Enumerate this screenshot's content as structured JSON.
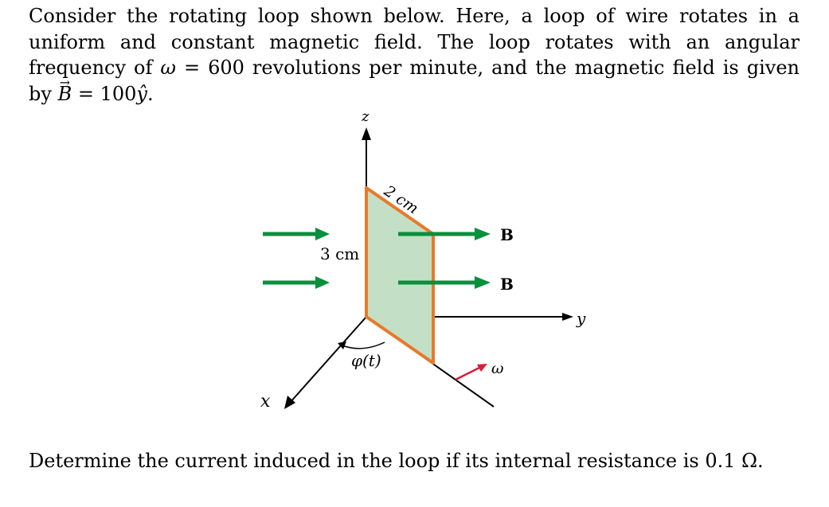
{
  "problem": {
    "intro_1": "Consider the rotating loop shown below. Here, a loop of wire rotates in a uniform and constant magnetic field. The loop rotates with an angular frequency of ",
    "omega_symbol": "ω",
    "omega_equals": " = 600 revolutions per minute, and the magnetic field is given by ",
    "B_symbol": "B",
    "vector_arrow": "→",
    "field_value": " = 100",
    "yhat": "ŷ",
    "period": "."
  },
  "figure": {
    "z_axis_label": "z",
    "y_axis_label": "y",
    "x_axis_label": "x",
    "width_label": "2 cm",
    "height_label": "3 cm",
    "field_label_top": "B",
    "field_label_bottom": "B",
    "angle_label": "φ(t)",
    "omega_label": "ω",
    "colors": {
      "field_arrow": "#0a8f3c",
      "loop_border": "#e8792b",
      "loop_fill": "#c3e0c6",
      "omega_arrow": "#d91c3a",
      "axes": "#000000"
    }
  },
  "question": {
    "text": "Determine the current induced in the loop if its internal resistance is 0.1 Ω."
  }
}
